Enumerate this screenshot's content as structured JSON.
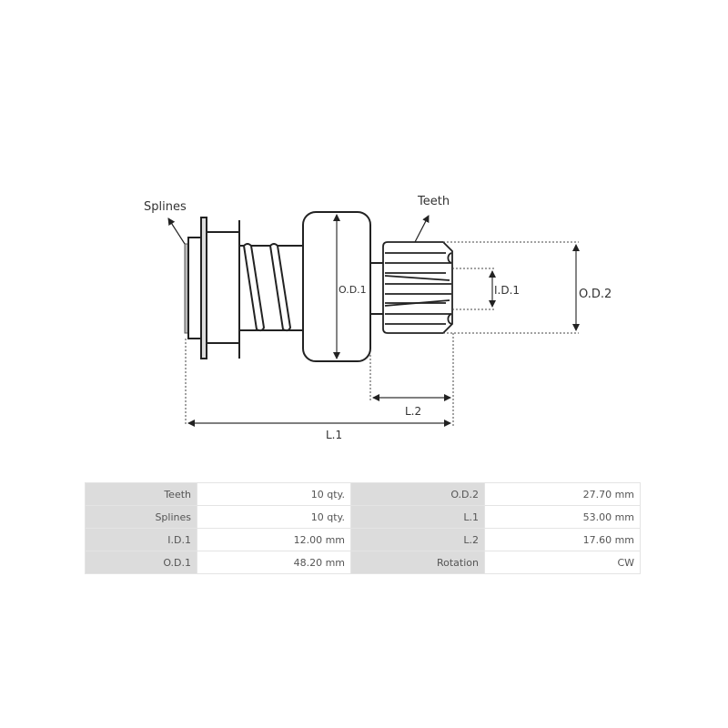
{
  "diagram": {
    "callouts": {
      "splines": "Splines",
      "teeth": "Teeth"
    },
    "dimensions": {
      "od1": "O.D.1",
      "od2": "O.D.2",
      "id1": "I.D.1",
      "l1": "L.1",
      "l2": "L.2"
    },
    "colors": {
      "line": "#222222",
      "dim_line": "#333333",
      "label": "#333333"
    }
  },
  "specs": {
    "rows": [
      {
        "label_left": "Teeth",
        "value_left": "10 qty.",
        "label_right": "O.D.2",
        "value_right": "27.70 mm"
      },
      {
        "label_left": "Splines",
        "value_left": "10 qty.",
        "label_right": "L.1",
        "value_right": "53.00 mm"
      },
      {
        "label_left": "I.D.1",
        "value_left": "12.00 mm",
        "label_right": "L.2",
        "value_right": "17.60 mm"
      },
      {
        "label_left": "O.D.1",
        "value_left": "48.20 mm",
        "label_right": "Rotation",
        "value_right": "CW"
      }
    ],
    "colors": {
      "label_bg": "#dcdcdc",
      "value_bg": "#ffffff",
      "border": "#e4e4e4",
      "text": "#555555"
    }
  }
}
